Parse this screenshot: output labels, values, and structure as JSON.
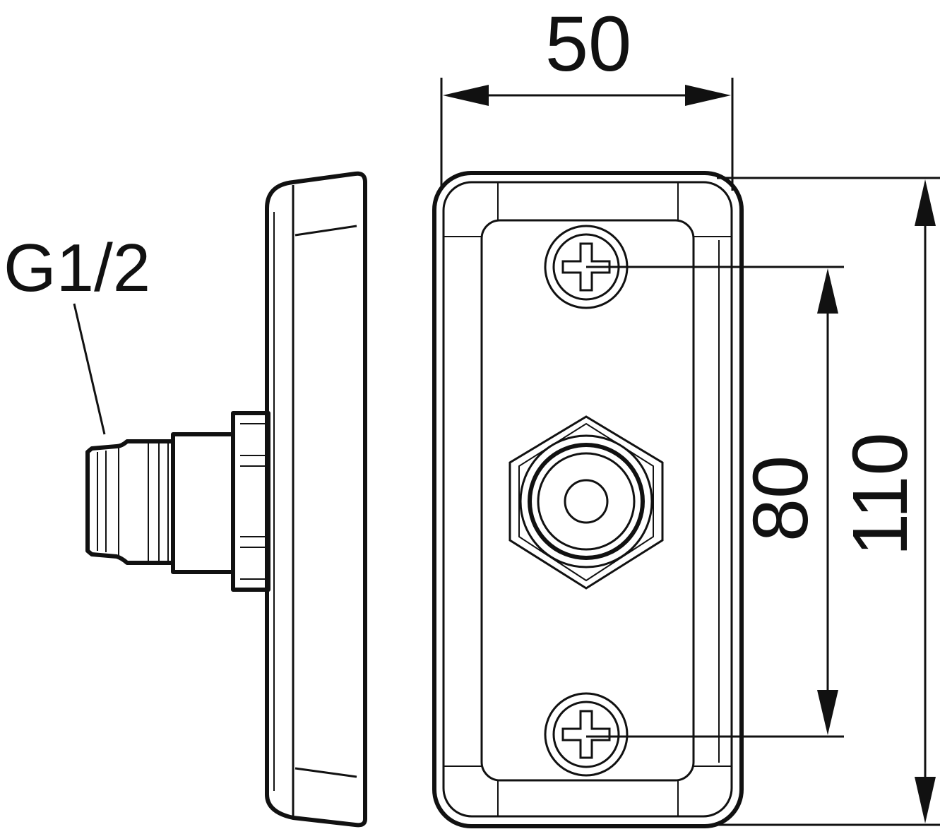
{
  "drawing": {
    "thread_label": "G1/2",
    "width_dimension": "50",
    "height_dimension": "110",
    "screw_spacing_dimension": "80"
  }
}
